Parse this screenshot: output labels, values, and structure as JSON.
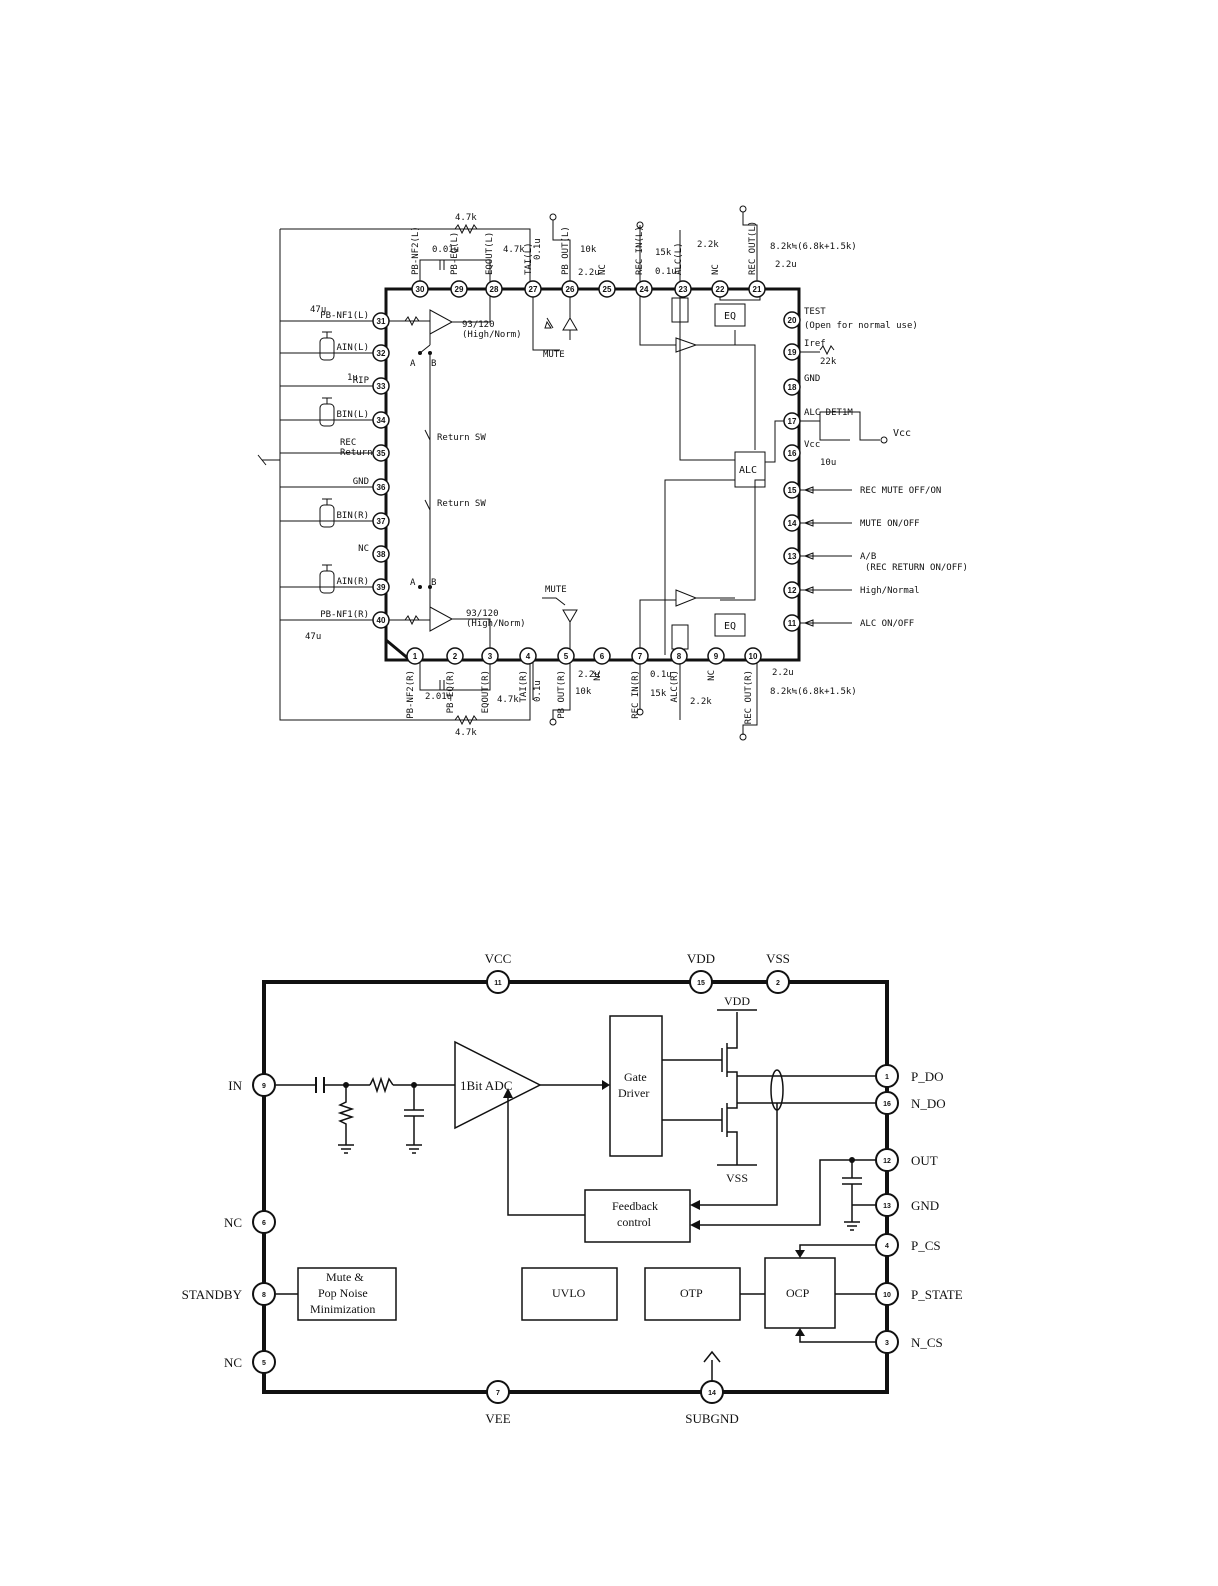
{
  "diagram1": {
    "pins_top": [
      {
        "num": "30",
        "label": "PB-NF2(L)"
      },
      {
        "num": "29",
        "label": "PB-EQ(L)"
      },
      {
        "num": "28",
        "label": "EQOUT(L)"
      },
      {
        "num": "27",
        "label": "TAI(L)"
      },
      {
        "num": "26",
        "label": "PB OUT(L)"
      },
      {
        "num": "25",
        "label": "NC"
      },
      {
        "num": "24",
        "label": "REC IN(L)"
      },
      {
        "num": "23",
        "label": "ALC(L)"
      },
      {
        "num": "22",
        "label": "NC"
      },
      {
        "num": "21",
        "label": "REC OUT(L)"
      }
    ],
    "pins_left": [
      {
        "num": "31",
        "label": "PB-NF1(L)"
      },
      {
        "num": "32",
        "label": "AIN(L)"
      },
      {
        "num": "33",
        "label": "RIP"
      },
      {
        "num": "34",
        "label": "BIN(L)"
      },
      {
        "num": "35",
        "label": "REC Return"
      },
      {
        "num": "36",
        "label": "GND"
      },
      {
        "num": "37",
        "label": "BIN(R)"
      },
      {
        "num": "38",
        "label": "NC"
      },
      {
        "num": "39",
        "label": "AIN(R)"
      },
      {
        "num": "40",
        "label": "PB-NF1(R)"
      }
    ],
    "pins_right": [
      {
        "num": "20",
        "label": "TEST",
        "desc": "(Open for normal use)"
      },
      {
        "num": "19",
        "label": "Iref",
        "desc": "22k"
      },
      {
        "num": "18",
        "label": "GND",
        "desc": ""
      },
      {
        "num": "17",
        "label": "ALC DET",
        "desc": "1M"
      },
      {
        "num": "16",
        "label": "Vcc",
        "desc": "10u"
      },
      {
        "num": "15",
        "label": "",
        "desc": "REC MUTE OFF/ON"
      },
      {
        "num": "14",
        "label": "",
        "desc": "MUTE ON/OFF"
      },
      {
        "num": "13",
        "label": "",
        "desc": "A/B"
      },
      {
        "num": "12",
        "label": "",
        "desc": "High/Normal"
      },
      {
        "num": "11",
        "label": "",
        "desc": "ALC ON/OFF"
      }
    ],
    "pins_bottom": [
      {
        "num": "1",
        "label": "PB-NF2(R)"
      },
      {
        "num": "2",
        "label": "PB-EQ(R)"
      },
      {
        "num": "3",
        "label": "EQOUT(R)"
      },
      {
        "num": "4",
        "label": "TAI(R)"
      },
      {
        "num": "5",
        "label": "PB OUT(R)"
      },
      {
        "num": "6",
        "label": "NC"
      },
      {
        "num": "7",
        "label": "REC IN(R)"
      },
      {
        "num": "8",
        "label": "ALC(R)"
      },
      {
        "num": "9",
        "label": "NC"
      },
      {
        "num": "10",
        "label": "REC OUT(R)"
      }
    ],
    "labels": {
      "r_top": "4.7k",
      "r_bottom": "4.7k",
      "c_001_top": "0.01u",
      "c_001_bot": "2.01u",
      "r47k_top": "4.7k",
      "r47k_bot": "4.7k",
      "c01_top": "0.1u",
      "c01_bot": "0.1u",
      "r10k_top": "10k",
      "r10k_bot": "10k",
      "c22_top": "2.2u",
      "c22_bot": "2.2u",
      "r15k_top": "15k",
      "r15k_bot": "15k",
      "c01b_top": "0.1u",
      "c01b_bot": "0.1u",
      "r22k_top": "2.2k",
      "r22k_bot": "2.2k",
      "rec_r_top": "8.2k≒(6.8k+1.5k)",
      "rec_r_bot": "8.2k≒(6.8k+1.5k)",
      "rec_c_top": "2.2u",
      "rec_c_bot": "2.2u",
      "c47u_top": "47u",
      "c47u_bot": "47u",
      "c1u": "1u",
      "ratio_top": "93/120",
      "hn_top": "(High/Norm)",
      "ratio_bot": "93/120",
      "hn_bot": "(High/Norm)",
      "mute_top": "MUTE",
      "mute_bot": "MUTE",
      "eq_top": "EQ",
      "eq_bot": "EQ",
      "alc": "ALC",
      "vcc": "Vcc",
      "return_sw_1": "Return SW",
      "return_sw_2": "Return SW",
      "sw_a": "A",
      "sw_b": "B",
      "rec_return_note": "(REC RETURN ON/OFF)"
    }
  },
  "diagram2": {
    "pins_top": [
      {
        "num": "11",
        "label": "VCC"
      },
      {
        "num": "15",
        "label": "VDD"
      },
      {
        "num": "2",
        "label": "VSS"
      }
    ],
    "pins_left": [
      {
        "num": "9",
        "label": "IN"
      },
      {
        "num": "6",
        "label": "NC"
      },
      {
        "num": "8",
        "label": "STANDBY"
      },
      {
        "num": "5",
        "label": "NC"
      }
    ],
    "pins_right": [
      {
        "num": "1",
        "label": "P_DO"
      },
      {
        "num": "16",
        "label": "N_DO"
      },
      {
        "num": "12",
        "label": "OUT"
      },
      {
        "num": "13",
        "label": "GND"
      },
      {
        "num": "4",
        "label": "P_CS"
      },
      {
        "num": "10",
        "label": "P_STATE"
      },
      {
        "num": "3",
        "label": "N_CS"
      }
    ],
    "pins_bottom": [
      {
        "num": "7",
        "label": "VEE"
      },
      {
        "num": "14",
        "label": "SUBGND"
      }
    ],
    "blocks": {
      "adc": "1Bit ADC",
      "gate_1": "Gate",
      "gate_2": "Driver",
      "fb_1": "Feedback",
      "fb_2": "control",
      "mute_1": "Mute &",
      "mute_2": "Pop Noise",
      "mute_3": "Minimization",
      "uvlo": "UVLO",
      "otp": "OTP",
      "ocp": "OCP",
      "vdd": "VDD",
      "vss": "VSS"
    }
  }
}
